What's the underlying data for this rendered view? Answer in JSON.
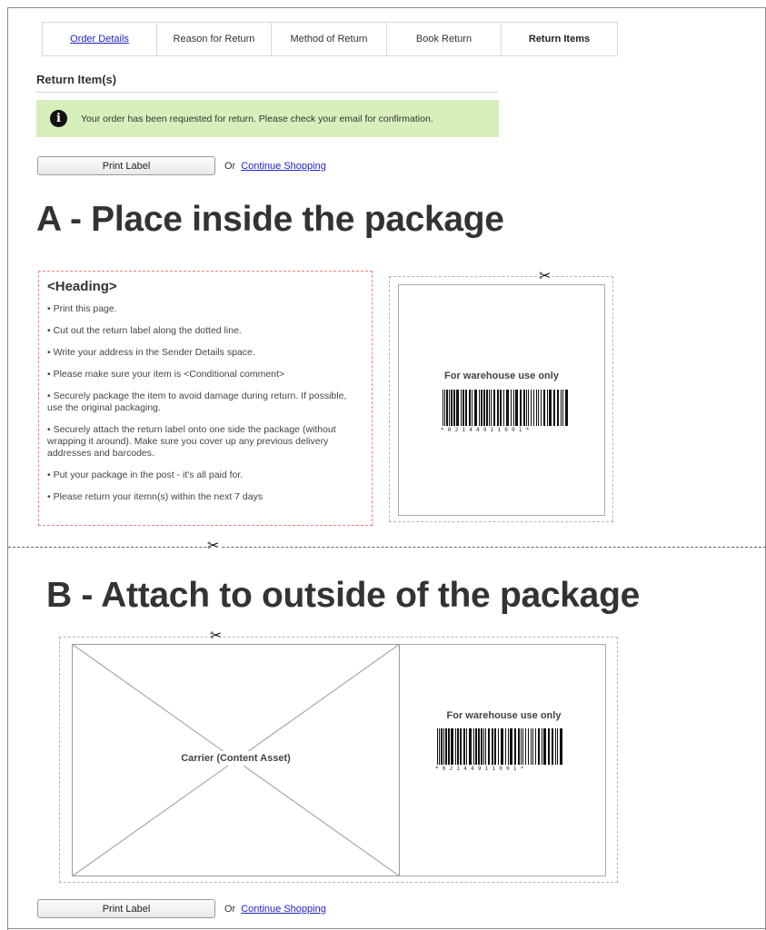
{
  "tabs": [
    {
      "label": "Order Details",
      "state": "link"
    },
    {
      "label": "Reason for Return",
      "state": "default"
    },
    {
      "label": "Method of Return",
      "state": "default"
    },
    {
      "label": "Book Return",
      "state": "default"
    },
    {
      "label": "Return Items",
      "state": "active"
    }
  ],
  "section_title": "Return Item(s)",
  "notice": {
    "icon": "info-icon",
    "text": "Your order has been requested for return. Please check your email for confirmation.",
    "background": "#d7efbb"
  },
  "actions": {
    "print_label": "Print Label",
    "or": "Or",
    "continue_shopping": "Continue Shopping"
  },
  "section_a": {
    "heading": "A - Place inside the package",
    "instructions": {
      "heading": "<Heading>",
      "items": [
        "• Print this page.",
        "• Cut out the return label along the dotted line.",
        "• Write your address in the Sender Details space.",
        "• Please make sure your item is <Conditional comment>",
        "• Securely package the item to avoid damage during return. If possible, use the original packaging.",
        "• Securely attach the return label onto one side the package (without wrapping it around). Make sure you cover up any previous delivery addresses and barcodes.",
        "• Put your package in the post - it's all paid for.",
        "• Please return your itemn(s) within the next 7 days"
      ]
    },
    "label": {
      "warehouse_text": "For warehouse use only",
      "barcode_value": "*02144911001*"
    }
  },
  "section_b": {
    "heading": "B - Attach to outside of the package",
    "carrier_placeholder": "Carrier (Content Asset)",
    "label": {
      "warehouse_text": "For warehouse use only",
      "barcode_value": "*02144911001*"
    }
  },
  "icons": {
    "scissors": "✂"
  },
  "colors": {
    "link": "#2222cc",
    "instructions_border": "#f08080",
    "cut_border": "#b5b5b5",
    "heading_text": "#333333"
  }
}
